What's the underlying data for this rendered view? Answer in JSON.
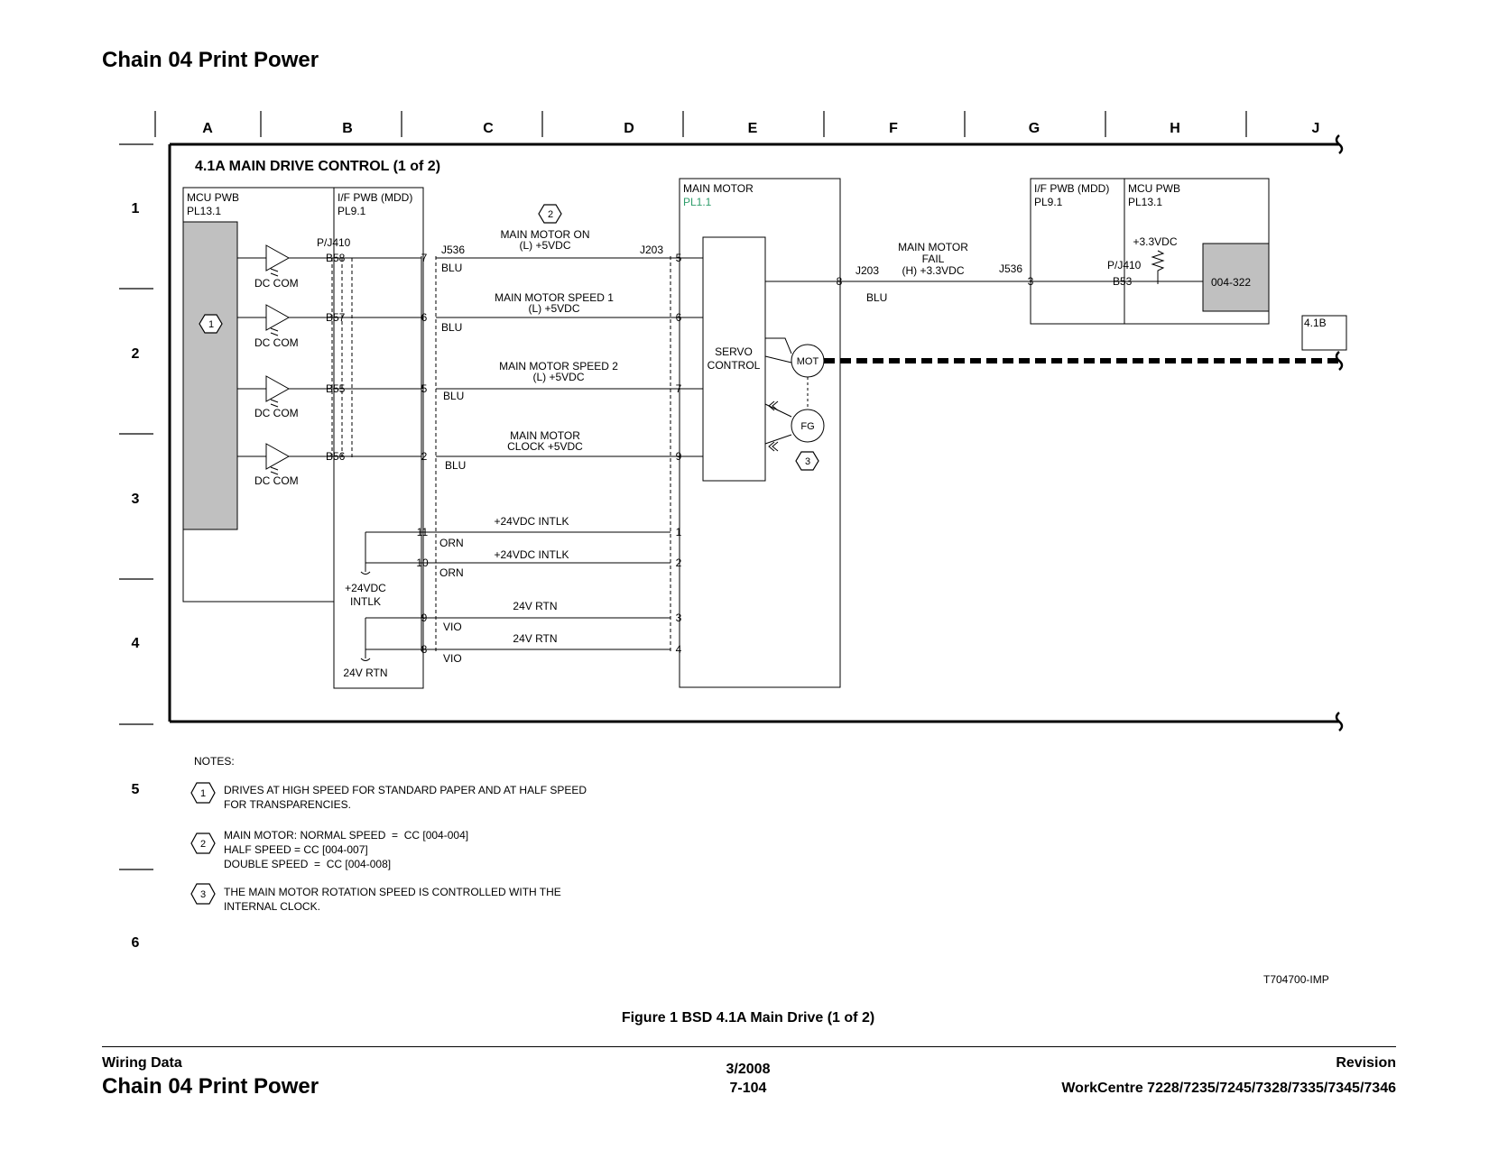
{
  "page": {
    "title": "Chain 04 Print Power"
  },
  "grid": {
    "columns": [
      "A",
      "B",
      "C",
      "D",
      "E",
      "F",
      "G",
      "H",
      "J"
    ],
    "rows": [
      "1",
      "2",
      "3",
      "4",
      "5",
      "6"
    ]
  },
  "diagram": {
    "section_title": "4.1A MAIN DRIVE CONTROL (1 of 2)",
    "boxes": {
      "mcu_left": {
        "name": "MCU PWB",
        "ref": "PL13.1"
      },
      "if_left": {
        "name": "I/F PWB (MDD)",
        "ref": "PL9.1"
      },
      "main_motor": {
        "name": "MAIN MOTOR",
        "ref": "PL1.1"
      },
      "if_right": {
        "name": "I/F PWB (MDD)",
        "ref": "PL9.1"
      },
      "mcu_right": {
        "name": "MCU PWB",
        "ref": "PL13.1"
      },
      "servo": {
        "line1": "SERVO",
        "line2": "CONTROL"
      },
      "fault_code": "004-322",
      "continuation": "4.1B"
    },
    "connectors": {
      "pj410_left": "P/J410",
      "j536_left": "J536",
      "j203_left": "J203",
      "j203_right": "J203",
      "j536_right": "J536",
      "pj410_right": "P/J410"
    },
    "pins_b": [
      "B58",
      "B57",
      "B55",
      "B56"
    ],
    "pins_left": [
      "7",
      "6",
      "5",
      "2",
      "11",
      "10",
      "9",
      "8"
    ],
    "pins_motor": [
      "5",
      "6",
      "7",
      "9",
      "1",
      "2",
      "3",
      "4"
    ],
    "dc_com": "DC COM",
    "signals": [
      {
        "l1": "MAIN MOTOR ON",
        "l2": "(L) +5VDC",
        "wire": "BLU"
      },
      {
        "l1": "MAIN MOTOR SPEED 1",
        "l2": "(L) +5VDC",
        "wire": "BLU"
      },
      {
        "l1": "MAIN MOTOR SPEED 2",
        "l2": "(L) +5VDC",
        "wire": "BLU"
      },
      {
        "l1": "MAIN MOTOR",
        "l2": "CLOCK +5VDC",
        "wire": "BLU"
      }
    ],
    "power_lines": [
      {
        "label": "+24VDC INTLK",
        "wire": "ORN"
      },
      {
        "label": "+24VDC INTLK",
        "wire": "ORN"
      },
      {
        "label": "24V RTN",
        "wire": "VIO"
      },
      {
        "label": "24V RTN",
        "wire": "VIO"
      }
    ],
    "supply_24v": {
      "l1": "+24VDC",
      "l2": "INTLK"
    },
    "return_24v": "24V RTN",
    "fail_signal": {
      "l1": "MAIN MOTOR",
      "l2": "FAIL",
      "l3": "(H) +3.3VDC",
      "wire": "BLU",
      "pin_motor": "8",
      "pin_if": "3",
      "pin_b": "B53"
    },
    "supply_33v": "+3.3VDC",
    "mot": "MOT",
    "fg": "FG",
    "callouts": [
      "1",
      "2",
      "3"
    ]
  },
  "notes": {
    "label": "NOTES:",
    "items": [
      {
        "n": "1",
        "text": "DRIVES AT HIGH SPEED FOR STANDARD PAPER AND AT HALF SPEED\nFOR TRANSPARENCIES."
      },
      {
        "n": "2",
        "text": "MAIN MOTOR: NORMAL SPEED  =  CC [004-004]\nHALF SPEED = CC [004-007]\nDOUBLE SPEED  =  CC [004-008]"
      },
      {
        "n": "3",
        "text": "THE MAIN MOTOR ROTATION SPEED IS CONTROLLED WITH THE\nINTERNAL CLOCK."
      }
    ]
  },
  "figure": {
    "number": "T704700-IMP",
    "caption": "Figure 1 BSD 4.1A Main Drive (1 of 2)"
  },
  "footer": {
    "left_small": "Wiring Data",
    "left_big": "Chain 04 Print Power",
    "date": "3/2008",
    "page": "7-104",
    "revision": "Revision",
    "product": "WorkCentre 7228/7235/7245/7328/7335/7345/7346"
  },
  "colors": {
    "ink": "#000000",
    "gray_fill": "#c0c0c0",
    "ref_green": "#2e9c6a"
  }
}
